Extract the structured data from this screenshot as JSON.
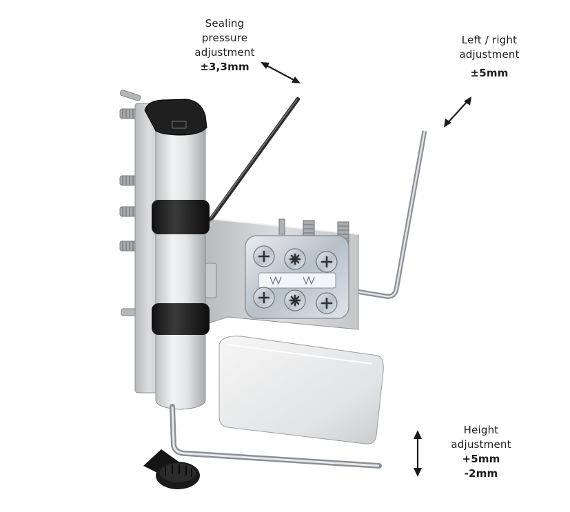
{
  "annotations": {
    "sealing": {
      "lines": [
        "Sealing",
        "pressure",
        "adjustment"
      ],
      "value": "±3,3mm"
    },
    "left_right": {
      "lines": [
        "Left / right",
        "adjustment"
      ],
      "value": "±5mm"
    },
    "height": {
      "lines": [
        "Height",
        "adjustment"
      ],
      "values": [
        "+5mm",
        "-2mm"
      ]
    }
  },
  "colors": {
    "aluminium": "#d9dadb",
    "rubber": "#222222",
    "steel": "#b9bcbf",
    "key": "#3a3a3a"
  },
  "icons": [
    "double-arrow-icon",
    "hex-key-icon",
    "screw-icon"
  ]
}
